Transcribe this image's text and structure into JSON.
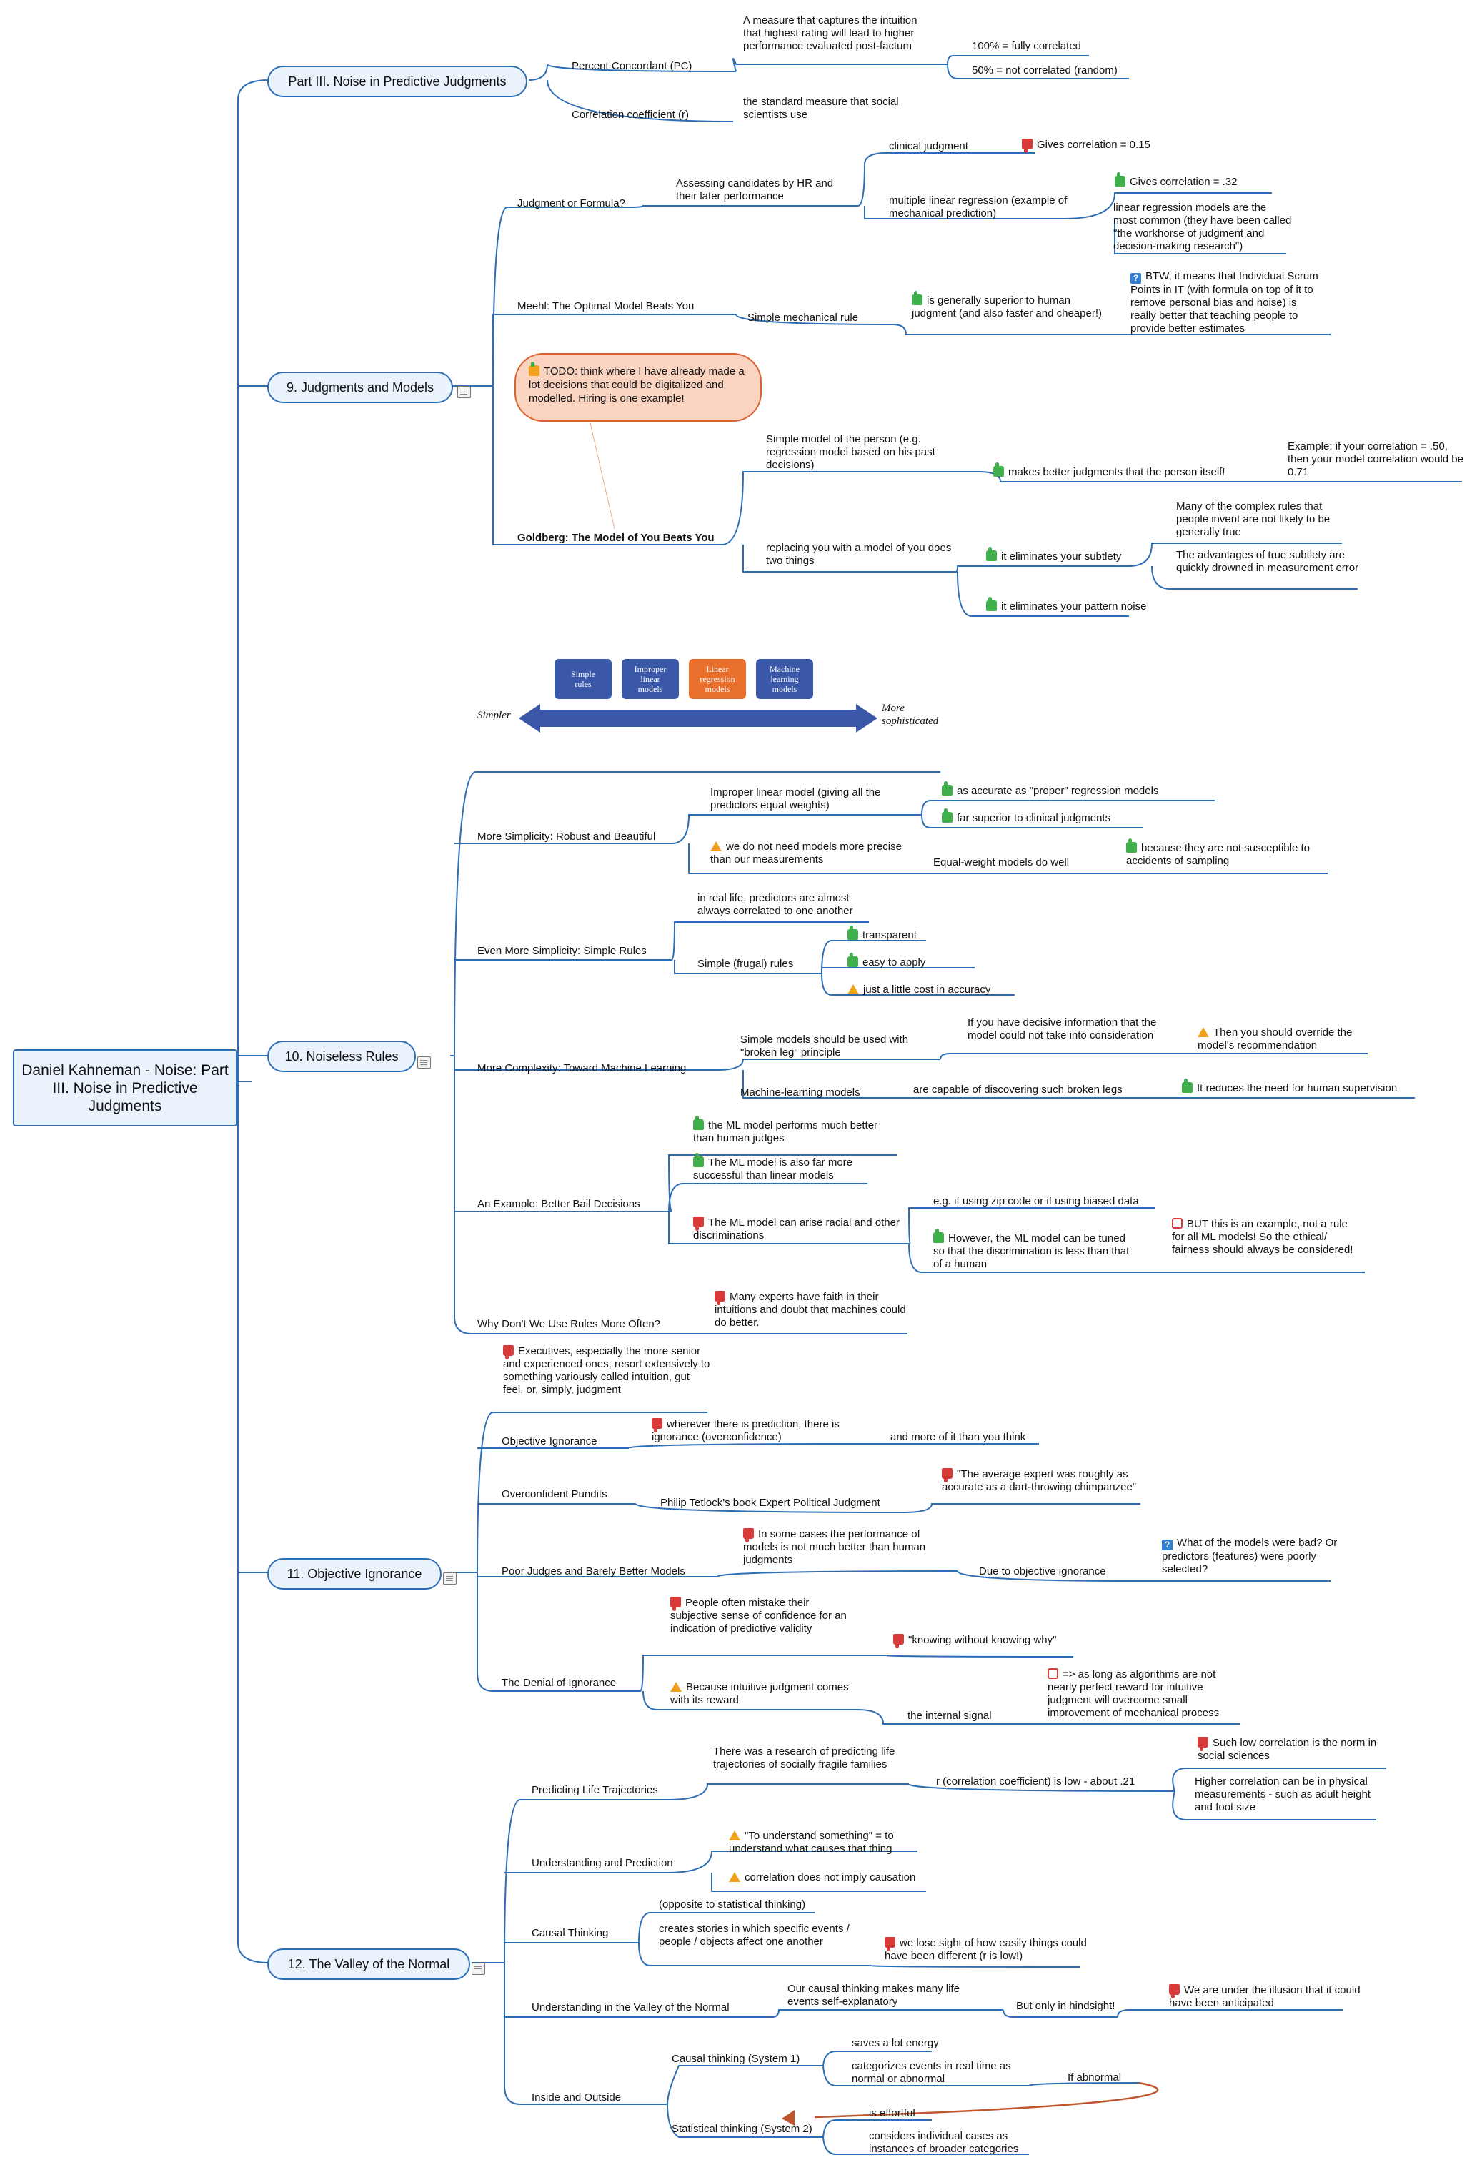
{
  "root": {
    "title": "Daniel Kahneman - Noise: Part III. Noise in Predictive Judgments"
  },
  "partIII": {
    "title": "Part III. Noise in Predictive Judgments",
    "pc": "Percent Concordant (PC)",
    "pc_desc": "A measure that captures the intuition that highest rating will lead to higher performance evaluated post-factum",
    "pc_100": "100% = fully correlated",
    "pc_50": "50% = not correlated (random)",
    "r": "Correlation coefficient (r)",
    "r_desc": "the standard measure that social scientists use"
  },
  "ch9": {
    "title": "9. Judgments and Models",
    "jf": "Judgment or Formula?",
    "jf_assess": "Assessing candidates by HR and their later performance",
    "clinical": "clinical judgment",
    "clinical_corr": "Gives correlation = 0.15",
    "mlr": "multiple linear regression (example of mechanical prediction)",
    "mlr_corr": "Gives correlation = .32",
    "mlr_common": "linear regression models are the most common (they have been called \"the workhorse of judgment and decision-making research\")",
    "meehl": "Meehl: The Optimal Model Beats You",
    "simple_rule": "Simple mechanical rule",
    "superior": "is generally superior to human judgment (and also faster and cheaper!)",
    "btw": "BTW, it means that Individual Scrum Points in IT (with formula on top of it to remove personal bias and noise) is really better that teaching people to provide better estimates",
    "todo": "TODO: think where I have already made a lot decisions that could be digitalized and modelled. Hiring is one example!",
    "goldberg": "Goldberg: The Model of You Beats You",
    "simple_model": "Simple model of the person (e.g. regression model based on his past decisions)",
    "better": "makes better judgments that the person itself!",
    "example": "Example: if your correlation = .50, then your model correlation would be 0.71",
    "replacing": "replacing you with a model of you does two things",
    "subtlety": "it eliminates your subtlety",
    "complex_rules": "Many of the complex rules that people invent are not likely to be generally true",
    "advantages": "The advantages of true subtlety are quickly drowned in measurement error",
    "pattern": "it eliminates your pattern noise"
  },
  "scale": {
    "items": [
      "Simple rules",
      "Improper linear models",
      "Linear regression models",
      "Machine learning models"
    ],
    "colors": [
      "#3a57a8",
      "#3a57a8",
      "#e86f2c",
      "#3a57a8"
    ],
    "left": "Simpler",
    "right": "More sophisticated"
  },
  "ch10": {
    "title": "10. Noiseless Rules",
    "msr": "More Simplicity: Robust and Beautiful",
    "improper": "Improper linear model (giving all the predictors equal weights)",
    "accurate": "as accurate as \"proper\" regression models",
    "far": "far superior to clinical judgments",
    "precise": "we do not need models more precise than our measurements",
    "equal": "Equal-weight models do well",
    "sampling": "because they are not susceptible to accidents of sampling",
    "ems": "Even More Simplicity: Simple Rules",
    "real_life": "in real life, predictors are almost always correlated to one another",
    "frugal": "Simple (frugal) rules",
    "transparent": "transparent",
    "easy": "easy to apply",
    "cost": "just a little cost in accuracy",
    "mc": "More Complexity: Toward Machine Learning",
    "broken_leg": "Simple models should be used with \"broken leg\" principle",
    "decisive": "If you have decisive information that the model could not take into consideration",
    "override": "Then you should override the model's recommendation",
    "ml_models": "Machine-learning models",
    "discover": "are capable of discovering such broken legs",
    "reduces": "It reduces the need for human supervision",
    "bail": "An Example: Better Bail Decisions",
    "ml_better": "the ML model performs much better than human judges",
    "ml_linear": "The ML model is also far more successful than linear models",
    "ml_racial": "The ML model can arise racial and other discriminations",
    "zip": "e.g. if using zip code or if using biased data",
    "tuned": "However, the ML model can be tuned so that the discrimination is less than that of a human",
    "ethical": "BUT this is an example, not a rule for all ML models! So the ethical/ fairness should always be considered!",
    "why": "Why Don't We Use Rules More Often?",
    "faith": "Many experts have faith in their intuitions and doubt that machines could do better."
  },
  "ch11": {
    "title": "11. Objective Ignorance",
    "executives": "Executives, especially the more senior and experienced ones, resort extensively to something variously called intuition, gut feel, or, simply, judgment",
    "oi": "Objective Ignorance",
    "wherever": "wherever there is prediction, there is ignorance (overconfidence)",
    "more_of": "and more of it than you think",
    "pundits": "Overconfident Pundits",
    "tetlock": "Philip Tetlock's book Expert Political Judgment",
    "chimp": "\"The average expert was roughly as accurate as a dart-throwing chimpanzee\"",
    "poor": "Poor Judges and Barely Better Models",
    "some_cases": "In some cases the performance of models is not much better than human judgments",
    "due": "Due to objective ignorance",
    "what_models": "What of the models were bad? Or predictors (features) were poorly selected?",
    "denial": "The Denial of Ignorance",
    "mistake": "People often mistake their subjective sense of confidence for an indication of predictive validity",
    "knowing": "\"knowing without knowing why\"",
    "because": "Because intuitive judgment comes with its reward",
    "signal": "the internal signal",
    "as_long": "=> as long as algorithms are not nearly perfect reward for intuitive judgment will overcome small improvement of mechanical process"
  },
  "ch12": {
    "title": "12. The Valley of the Normal",
    "plt": "Predicting Life Trajectories",
    "research": "There was a research of predicting life trajectories of socially fragile families",
    "rlow": "r (correlation coefficient) is low - about .21",
    "such_low": "Such low correlation is the norm in social sciences",
    "higher": "Higher correlation can be in physical measurements - such as adult height and foot size",
    "uap": "Understanding and Prediction",
    "to_understand": "\"To understand something\" = to understand what causes that thing",
    "causation": "correlation does not imply causation",
    "causal": "Causal Thinking",
    "opposite": "(opposite to statistical thinking)",
    "stories": "creates stories in which specific events / people / objects affect one another",
    "lose_sight": "we lose sight of how easily things could have been different (r is low!)",
    "valley": "Understanding in the Valley of the Normal",
    "explanatory": "Our causal thinking makes many life events self-explanatory",
    "hindsight": "But only in hindsight!",
    "illusion": "We are under the illusion that it could have been anticipated",
    "inside": "Inside and Outside",
    "sys1": "Causal thinking (System 1)",
    "energy": "saves a lot energy",
    "categorizes": "categorizes events in real time as normal or abnormal",
    "abnormal": "If abnormal",
    "sys2": "Statistical thinking (System 2)",
    "effortful": "is effortful",
    "considers": "considers individual cases as instances of broader categories"
  },
  "colors": {
    "line": "#2d6db5",
    "accent": "#d9622e",
    "thumbs_up": "#3fb04b",
    "thumbs_down": "#d83a3a",
    "warning": "#f1a21c"
  },
  "icons": [
    "thumbs-up-icon",
    "thumbs-down-icon",
    "warning-icon",
    "question-icon",
    "alert-icon",
    "note-icon"
  ]
}
